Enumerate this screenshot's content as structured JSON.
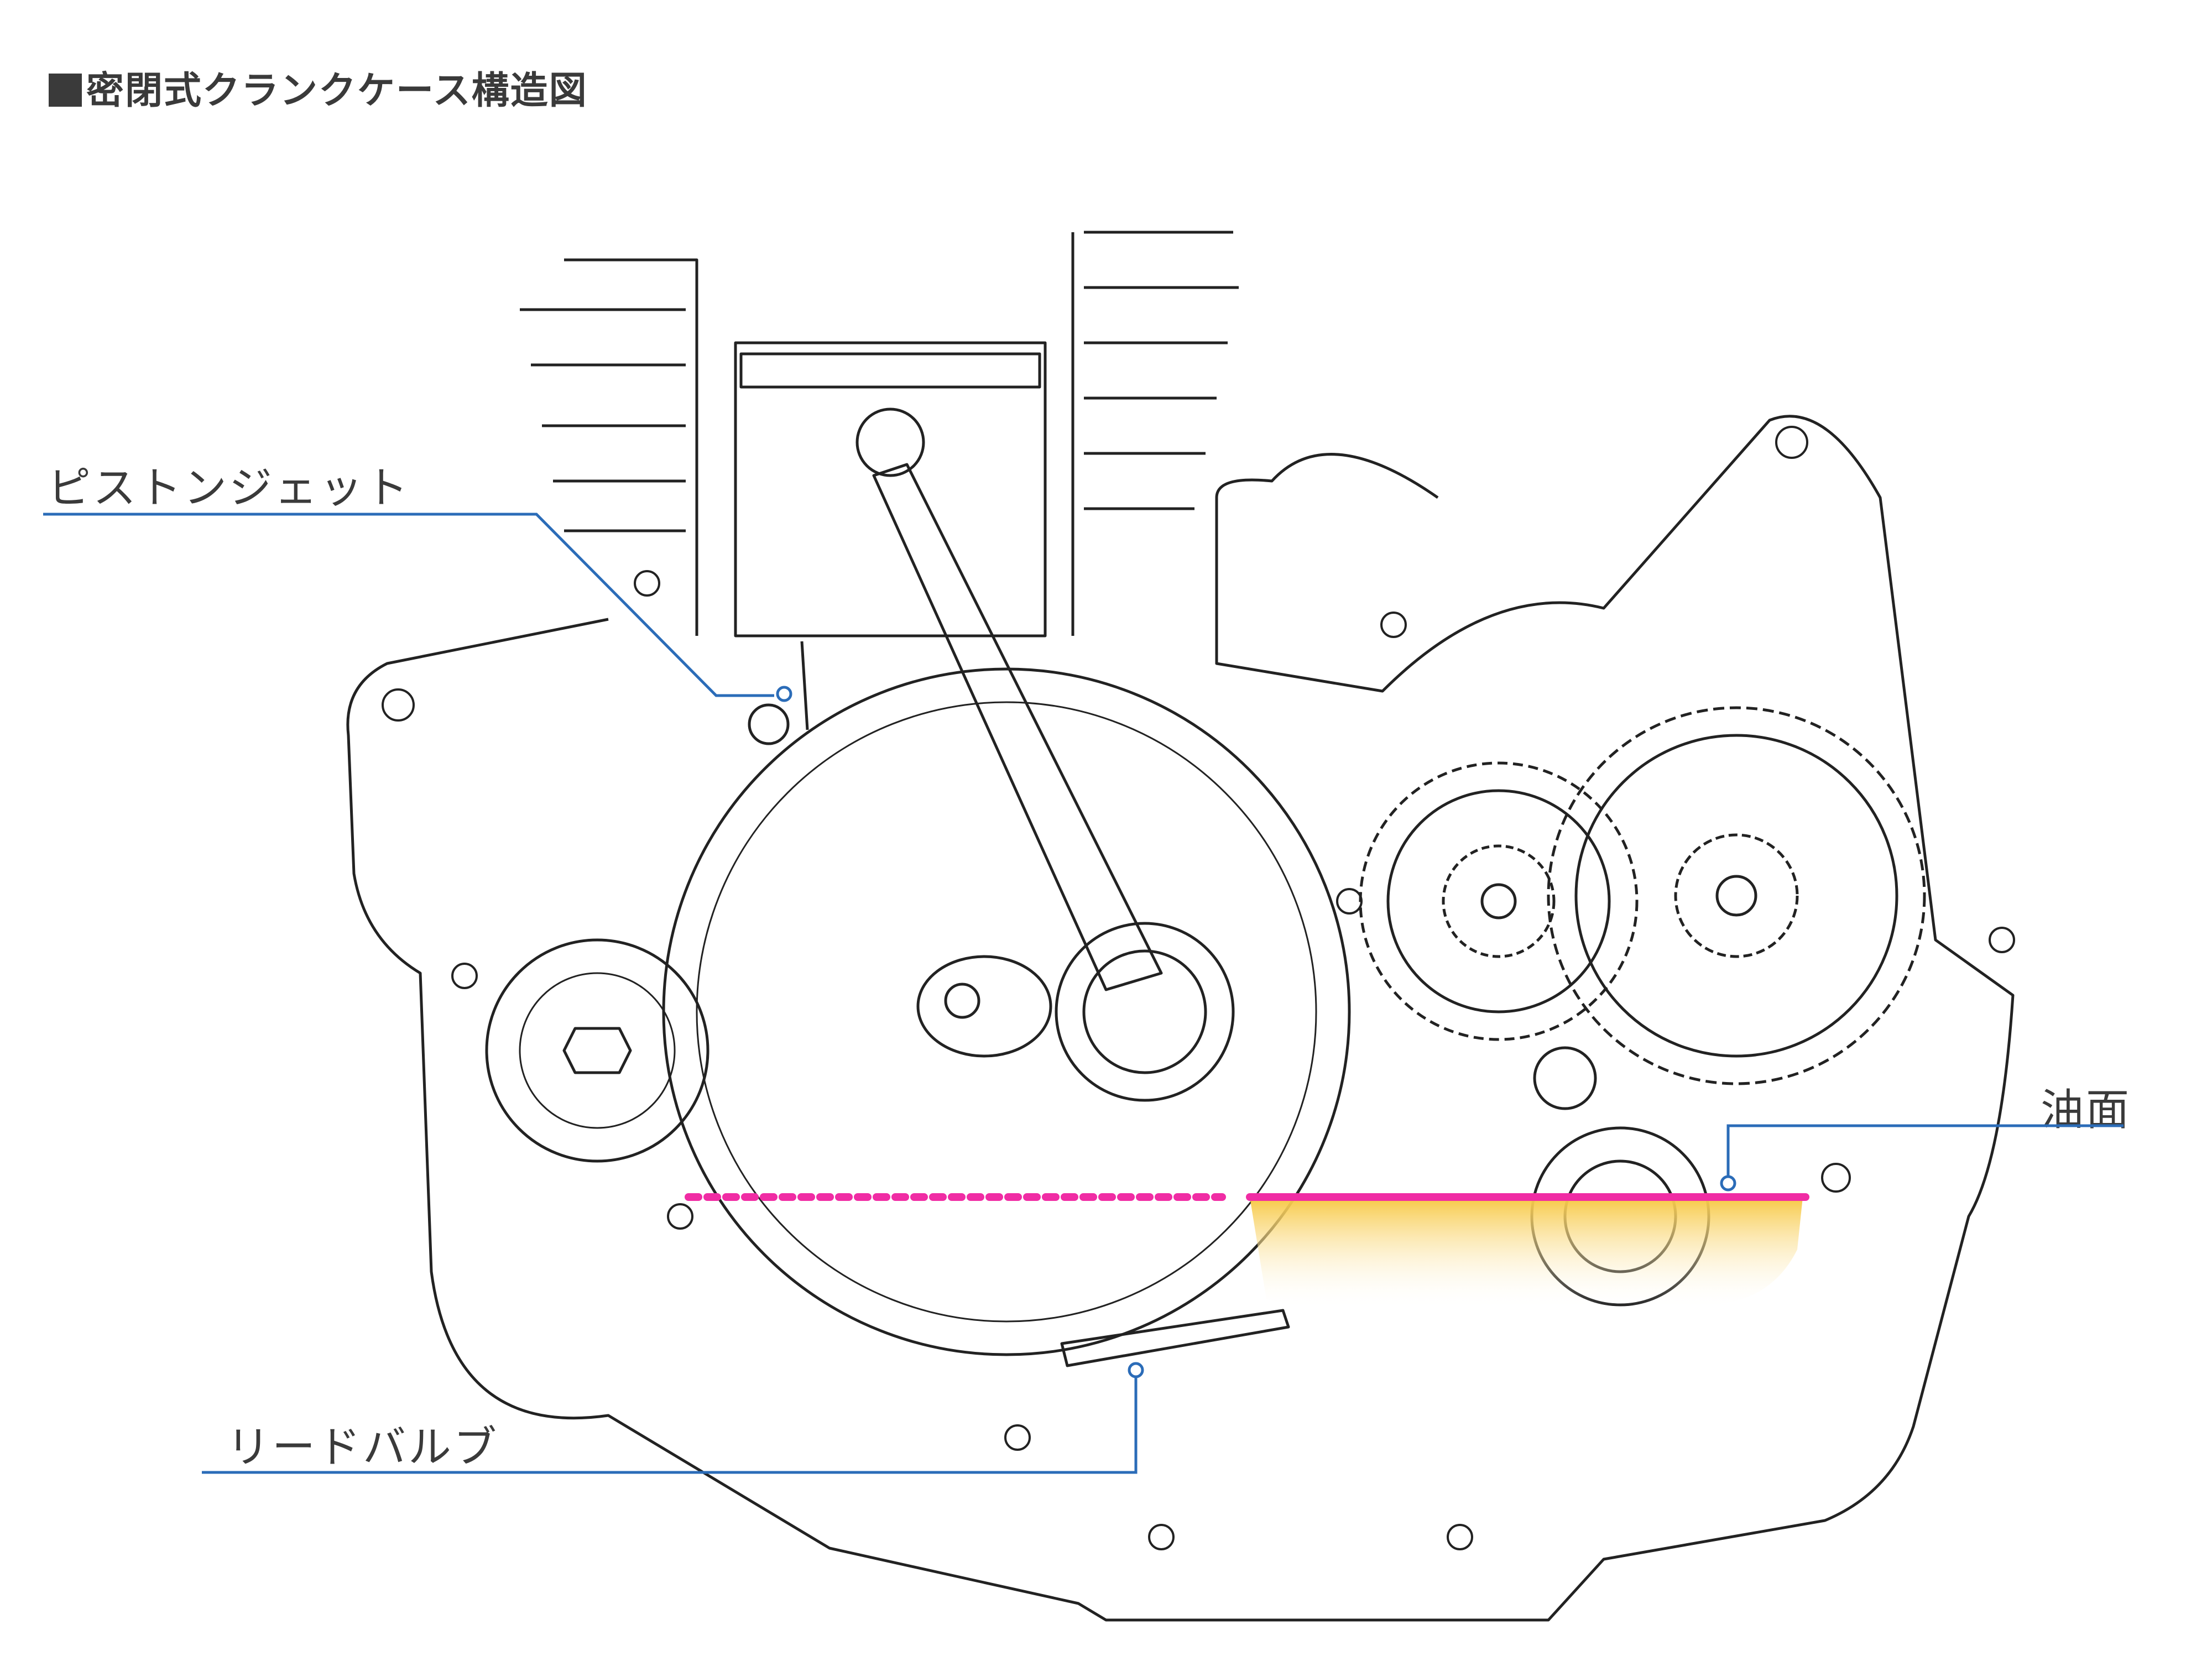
{
  "title": "密閉式クランクケース構造図",
  "labels": {
    "piston_jet": "ピストンジェット",
    "oil_level": "油面",
    "reed_valve": "リードバルブ"
  },
  "colors": {
    "text": "#3a3a3a",
    "leader": "#2b6cb8",
    "oil_line": "#f02ca4",
    "oil_fill_top": "#f7c843",
    "oil_fill_bottom": "#ffffff",
    "outline": "#222222"
  }
}
